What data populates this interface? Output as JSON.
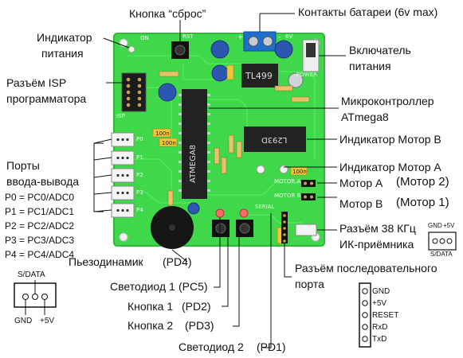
{
  "labels": {
    "reset_button": "Кнопка “сброс”",
    "battery_contacts": "Контакты батареи (6v max)",
    "power_indicator_1": "Индикатор",
    "power_indicator_2": "питания",
    "power_switch_1": "Включатель",
    "power_switch_2": "питания",
    "isp_1": "Разъём ISP",
    "isp_2": "программатора",
    "mcu_1": "Микроконтроллер",
    "mcu_2": "ATmega8",
    "motor_b_indicator": "Индикатор Мотор В",
    "motor_a_indicator": "Индикатор Мотор А",
    "io_ports_1": "Порты",
    "io_ports_2": "ввода-вывода",
    "motor_a": "Мотор А",
    "motor_a_alt": "(Мотор 2)",
    "motor_b": "Мотор В",
    "motor_b_alt": "(Мотор 1)",
    "ir_1": "Разъём 38 КГц",
    "ir_2": "ИК-приёмника",
    "piezo": "Пьезодинамик",
    "piezo_pin": "(PD4)",
    "serial_1": "Разъём последовательного",
    "serial_2": "порта",
    "led1": "Светодиод 1",
    "led1_pin": "(PC5)",
    "btn1": "Кнопка 1",
    "btn1_pin": "(PD2)",
    "btn2": "Кнопка 2",
    "btn2_pin": "(PD3)",
    "led2": "Светодиод 2",
    "led2_pin": "(PD1)"
  },
  "port_map": [
    "P0 = PC0/ADC0",
    "P1 = PC1/ADC1",
    "P2 = PC2/ADC2",
    "P3 = PC3/ADC3",
    "P4 = PC4/ADC4"
  ],
  "sdata_connector": {
    "top": "S/DATA",
    "left": "GND",
    "right": "+5V"
  },
  "ir_connector": {
    "gnd": "GND",
    "vcc": "+5V",
    "sdata": "S/DATA"
  },
  "serial_pins": [
    "GND",
    "+5V",
    "RESET",
    "RxD",
    "TxD"
  ],
  "pcb": {
    "chip_mcu": "ATMEGA8",
    "chip_driver": "L293D",
    "chip_regulator": "TL499",
    "silk_on": "ON",
    "silk_rst": "RST",
    "silk_power": "POWER",
    "silk_isp": "ISP",
    "silk_p0": "P0",
    "silk_p1": "P1",
    "silk_p2": "P2",
    "silk_p3": "P3",
    "silk_p4": "P4",
    "silk_100n_a": "100n",
    "silk_100n_b": "100n",
    "silk_100n_c": "100n",
    "silk_motor_a": "MOTOR A",
    "silk_motor_b": "MOTOR B",
    "silk_serial": "SERIAL",
    "silk_plus": "+",
    "silk_minus": "-",
    "silk_6v": "6V"
  },
  "colors": {
    "board": "#3fd84a",
    "board_edge": "#2fb83a",
    "chip": "#222222",
    "capacitor": "#2d56b0",
    "battery_terminal": "#1f6fc9"
  }
}
